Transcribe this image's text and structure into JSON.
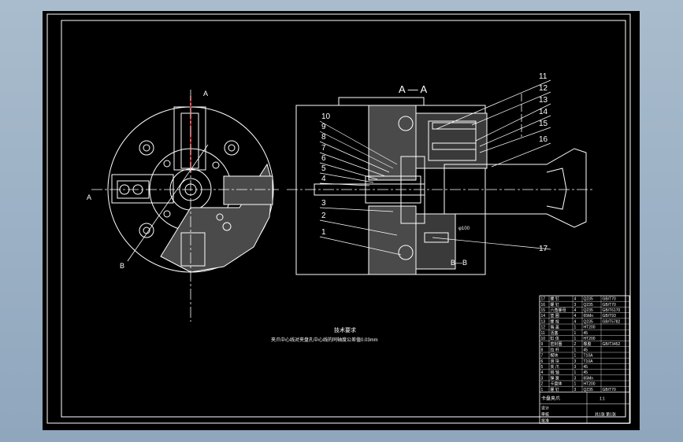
{
  "section_labels": {
    "aa_title": "A — A",
    "bb_title": "B—B",
    "a_top": "A",
    "a_left": "A",
    "b_diag": "B"
  },
  "part_numbers_left": [
    "10",
    "9",
    "8",
    "7",
    "6",
    "5",
    "4",
    "3",
    "2",
    "1"
  ],
  "part_numbers_right": [
    "11",
    "12",
    "13",
    "14",
    "15",
    "16",
    "17"
  ],
  "notes": {
    "title": "技术要求",
    "line1": "夹爪中心线对夹盘孔中心线的同轴度公差值0.03mm"
  },
  "dimension": "φ100",
  "title_block": {
    "rows": [
      [
        "17",
        "螺 钉",
        "4",
        "Q235",
        "GB/T70"
      ],
      [
        "16",
        "螺 钉",
        "3",
        "Q235",
        "GB/T70"
      ],
      [
        "15",
        "六角螺母",
        "4",
        "Q235",
        "GB/T6170"
      ],
      [
        "14",
        "垫 圈",
        "4",
        "65Mn",
        "GB/T93"
      ],
      [
        "13",
        "螺 栓",
        "4",
        "Q235",
        "GB/T5782"
      ],
      [
        "12",
        "端 盖",
        "1",
        "HT200",
        ""
      ],
      [
        "11",
        "活塞",
        "1",
        "45",
        ""
      ],
      [
        "10",
        "缸 体",
        "1",
        "HT200",
        ""
      ],
      [
        "9",
        "密封圈",
        "2",
        "橡胶",
        "GB/T3452"
      ],
      [
        "8",
        "拉 杆",
        "1",
        "45",
        ""
      ],
      [
        "7",
        "楔块",
        "1",
        "T10A",
        ""
      ],
      [
        "6",
        "滑 块",
        "3",
        "T10A",
        ""
      ],
      [
        "5",
        "夹 爪",
        "3",
        "45",
        ""
      ],
      [
        "4",
        "销 轴",
        "1",
        "45",
        ""
      ],
      [
        "3",
        "弹 簧",
        "3",
        "65Mn",
        ""
      ],
      [
        "2",
        "卡盘体",
        "1",
        "HT200",
        ""
      ],
      [
        "1",
        "螺 钉",
        "3",
        "Q235",
        "GB/T70"
      ]
    ],
    "bottom": {
      "title": "卡盘夹爪",
      "designer": "设计",
      "checker": "审核",
      "approver": "批准",
      "scale": "1:1",
      "sheet": "共1张 第1张"
    }
  }
}
